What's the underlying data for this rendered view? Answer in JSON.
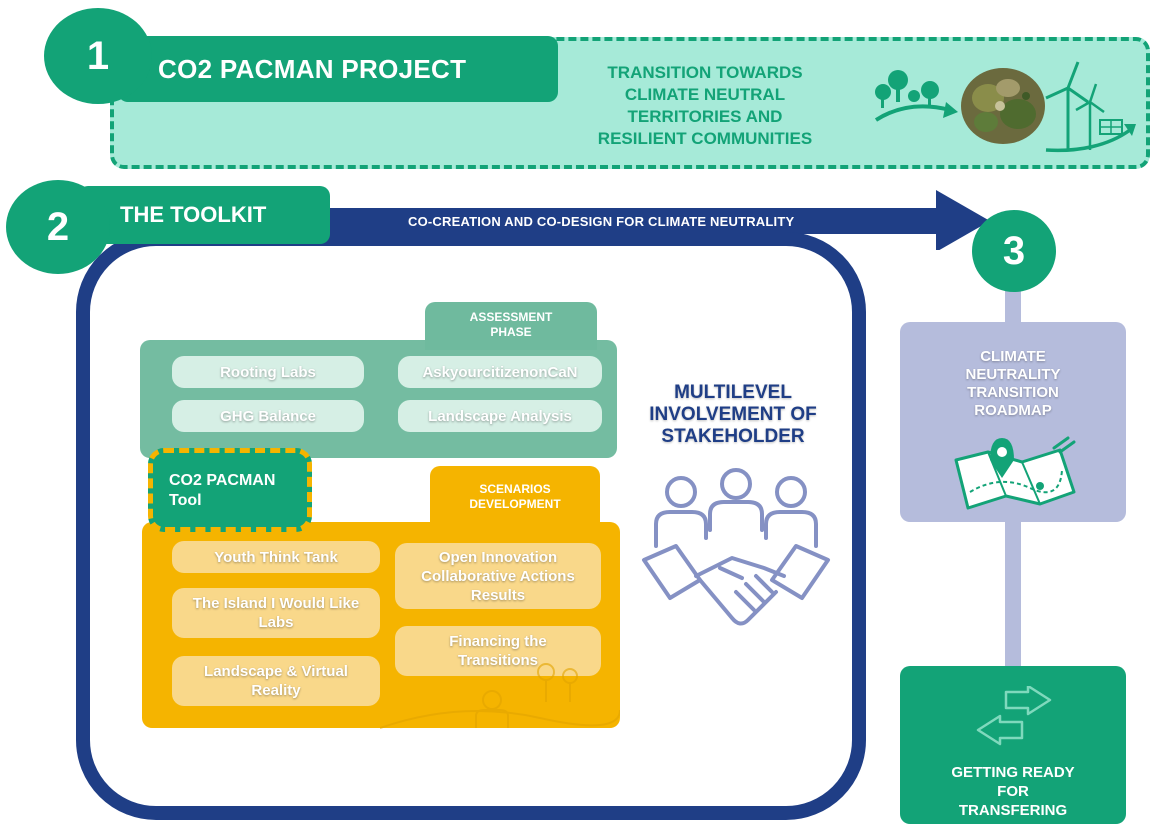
{
  "colors": {
    "green": "#13a377",
    "mint": "#a6ead8",
    "navy": "#1f3e86",
    "sage": "#6fba9e",
    "amber": "#f5b400",
    "lavender": "#b5bcdc"
  },
  "section1": {
    "number": "1",
    "title": "CO2 PACMAN PROJECT",
    "tagline": [
      "TRANSITION TOWARDS",
      "CLIMATE NEUTRAL",
      "TERRITORIES AND",
      "RESILIENT COMMUNITIES"
    ]
  },
  "section2": {
    "number": "2",
    "title": "THE TOOLKIT",
    "arrow_label": "CO-CREATION AND  CO-DESIGN FOR CLIMATE NEUTRALITY",
    "assessment": {
      "tab": [
        "ASSESSMENT",
        "PHASE"
      ],
      "items": [
        "Rooting Labs",
        "AskyourcitizenonCaN",
        "GHG Balance",
        "Landscape Analysis"
      ]
    },
    "tool": [
      "CO2 PACMAN",
      "Tool"
    ],
    "scenarios": {
      "tab": [
        "SCENARIOS",
        "DEVELOPMENT"
      ],
      "left_items": [
        "Youth Think Tank",
        "The Island I Would Like Labs",
        "Landscape & Virtual Reality"
      ],
      "right_items": [
        "Open Innovation Collaborative Actions Results",
        "Financing the Transitions"
      ]
    },
    "stakeholder": [
      "MULTILEVEL",
      "INVOLVEMENT OF",
      "STAKEHOLDER"
    ]
  },
  "section3": {
    "number": "3",
    "roadmap": [
      "CLIMATE",
      "NEUTRALITY",
      "TRANSITION",
      "ROADMAP"
    ],
    "ready": [
      "GETTING READY",
      "FOR",
      "TRANSFERING"
    ]
  }
}
